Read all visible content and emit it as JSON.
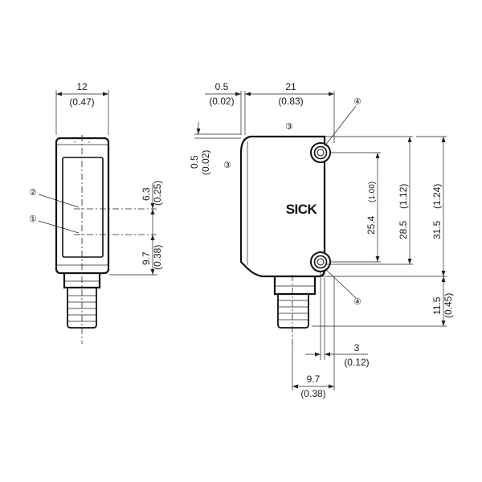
{
  "brand": "SICK",
  "callouts": {
    "one": "①",
    "two": "②",
    "three_a": "③",
    "three_b": "③",
    "four_top": "④",
    "four_bottom": "④"
  },
  "dimensions": {
    "width_12": {
      "value": "12",
      "inch": "(0.47)"
    },
    "offset_0_5_top": {
      "value": "0.5",
      "inch": "(0.02)"
    },
    "width_21": {
      "value": "21",
      "inch": "(0.83)"
    },
    "offset_0_5_side": {
      "value": "0.5",
      "inch": "(0.02)"
    },
    "dist_6_3": {
      "value": "6.3",
      "inch": "(0.25)"
    },
    "dist_9_7_front": {
      "value": "9.7",
      "inch": "(0.38)"
    },
    "hole_25_4": {
      "value": "25.4",
      "inch": "(1.00)"
    },
    "height_28_5": {
      "value": "28.5",
      "inch": "(1.12)"
    },
    "height_31_5": {
      "value": "31.5",
      "inch": "(1.24)"
    },
    "conn_11_5": {
      "value": "11.5",
      "inch": "(0.45)"
    },
    "dist_3": {
      "value": "3",
      "inch": "(0.12)"
    },
    "dist_9_7_side": {
      "value": "9.7",
      "inch": "(0.38)"
    }
  }
}
